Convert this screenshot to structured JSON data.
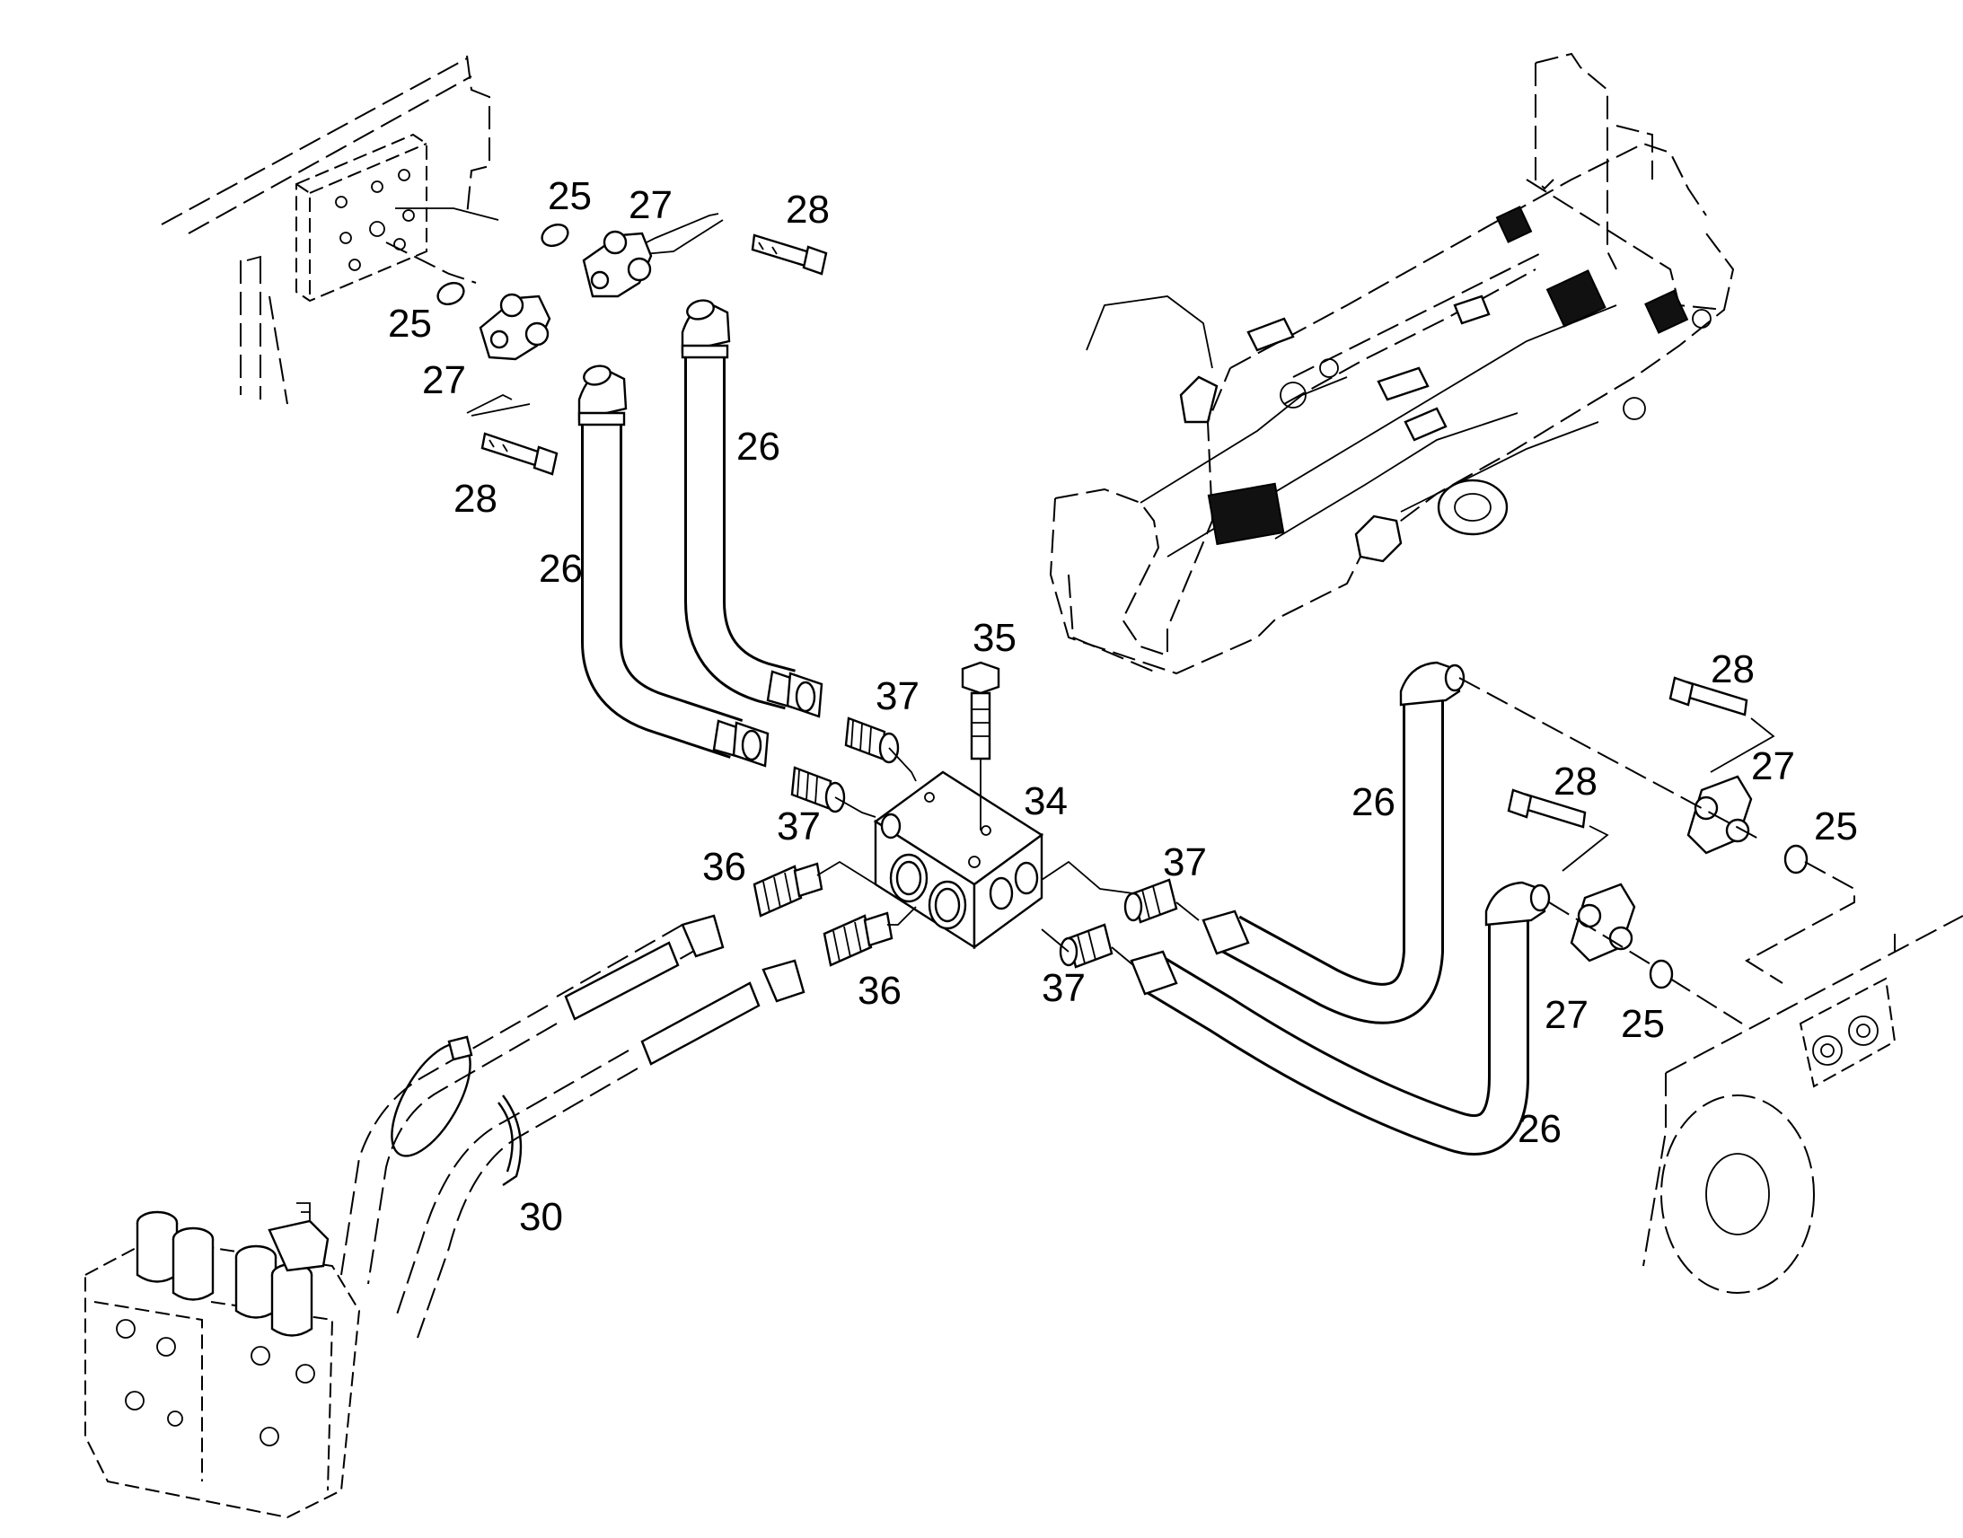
{
  "callouts": {
    "p25_a": "25",
    "p25_b": "25",
    "p25_c": "25",
    "p25_d": "25",
    "p26_a": "26",
    "p26_b": "26",
    "p26_c": "26",
    "p26_d": "26",
    "p27_a": "27",
    "p27_b": "27",
    "p27_c": "27",
    "p27_d": "27",
    "p28_a": "28",
    "p28_b": "28",
    "p28_c": "28",
    "p28_d": "28",
    "p30": "30",
    "p34": "34",
    "p35": "35",
    "p36_a": "36",
    "p36_b": "36",
    "p37_a": "37",
    "p37_b": "37",
    "p37_c": "37",
    "p37_d": "37"
  }
}
